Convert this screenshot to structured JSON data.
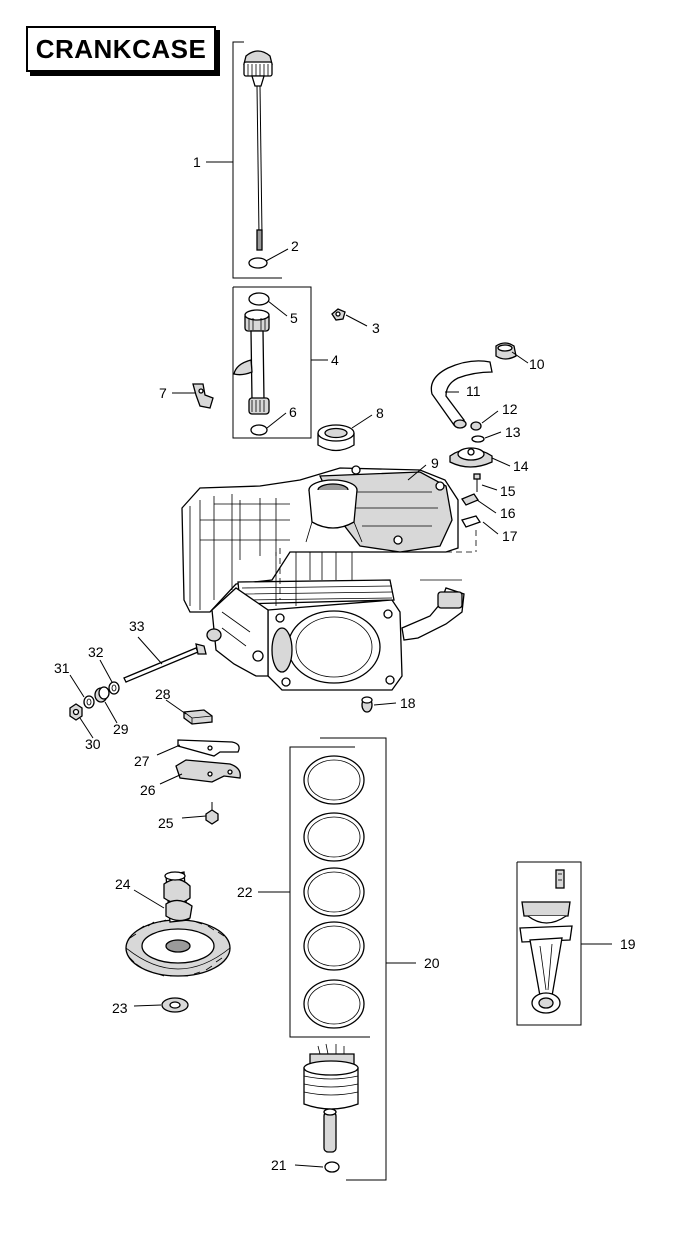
{
  "title": "CRANKCASE",
  "callouts": [
    {
      "id": "c1",
      "label": "1"
    },
    {
      "id": "c2",
      "label": "2"
    },
    {
      "id": "c3",
      "label": "3"
    },
    {
      "id": "c4",
      "label": "4"
    },
    {
      "id": "c5",
      "label": "5"
    },
    {
      "id": "c6",
      "label": "6"
    },
    {
      "id": "c7",
      "label": "7"
    },
    {
      "id": "c8",
      "label": "8"
    },
    {
      "id": "c9",
      "label": "9"
    },
    {
      "id": "c10",
      "label": "10"
    },
    {
      "id": "c11",
      "label": "11"
    },
    {
      "id": "c12",
      "label": "12"
    },
    {
      "id": "c13",
      "label": "13"
    },
    {
      "id": "c14",
      "label": "14"
    },
    {
      "id": "c15",
      "label": "15"
    },
    {
      "id": "c16",
      "label": "16"
    },
    {
      "id": "c17",
      "label": "17"
    },
    {
      "id": "c18",
      "label": "18"
    },
    {
      "id": "c19",
      "label": "19"
    },
    {
      "id": "c20",
      "label": "20"
    },
    {
      "id": "c21",
      "label": "21"
    },
    {
      "id": "c22",
      "label": "22"
    },
    {
      "id": "c23",
      "label": "23"
    },
    {
      "id": "c24",
      "label": "24"
    },
    {
      "id": "c25",
      "label": "25"
    },
    {
      "id": "c26",
      "label": "26"
    },
    {
      "id": "c27",
      "label": "27"
    },
    {
      "id": "c28",
      "label": "28"
    },
    {
      "id": "c29",
      "label": "29"
    },
    {
      "id": "c30",
      "label": "30"
    },
    {
      "id": "c31",
      "label": "31"
    },
    {
      "id": "c32",
      "label": "32"
    },
    {
      "id": "c33",
      "label": "33"
    }
  ]
}
